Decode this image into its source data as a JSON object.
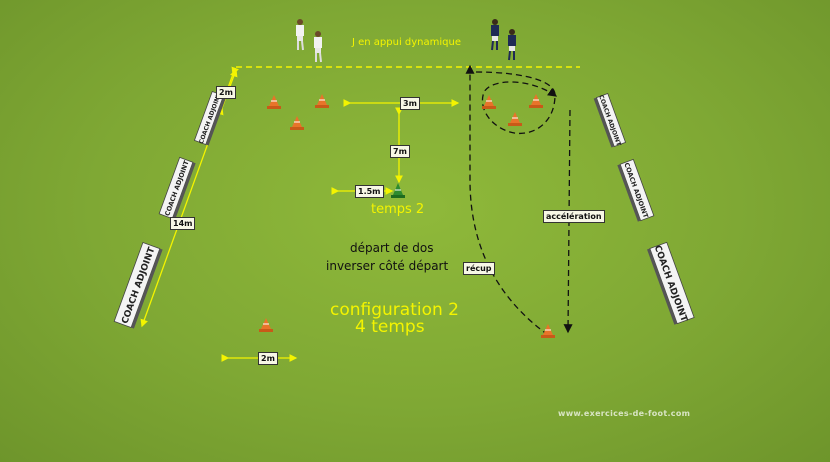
{
  "header_note": "J en appui dynamique",
  "distances": {
    "d_2m_top": "2m",
    "d_3m": "3m",
    "d_7m": "7m",
    "d_1_5m": "1.5m",
    "d_14m": "14m",
    "d_2m_bottom": "2m"
  },
  "temps_2": "temps 2",
  "instructions": {
    "line1": "départ de dos",
    "line2": "inverser côté départ"
  },
  "config": {
    "line1": "configuration 2",
    "line2": "4 temps"
  },
  "run_labels": {
    "recup": "récup",
    "acceleration": "accélération"
  },
  "board_text": "COACH ADJOINT",
  "watermark": "www.exercices-de-foot.com",
  "colors": {
    "grass": "#7fa834",
    "line_yellow": "#f4f400",
    "cone_orange": "#e8742a",
    "cone_green": "#2e8b2e",
    "white_kit": "#f2f2f2",
    "blue_kit": "#1f2a55"
  }
}
